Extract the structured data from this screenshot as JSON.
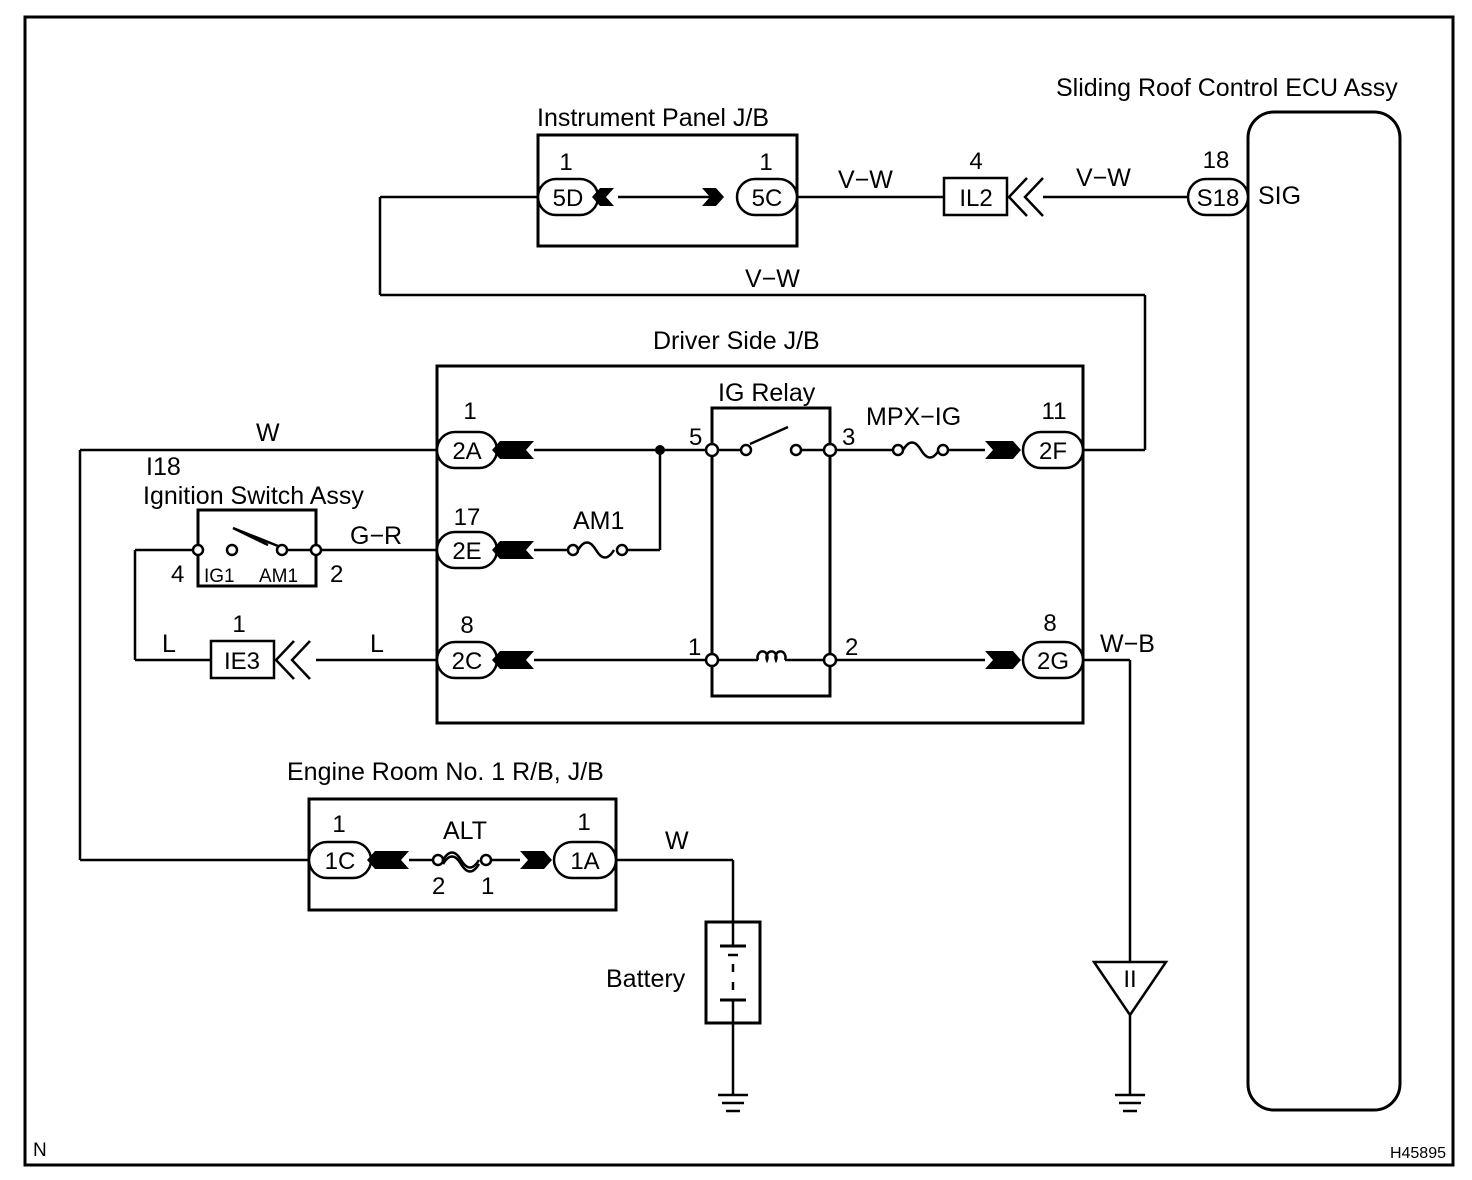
{
  "components": {
    "instrument_panel_jb": "Instrument Panel J/B",
    "sliding_roof_ecu": "Sliding Roof Control ECU Assy",
    "driver_side_jb": "Driver Side J/B",
    "ig_relay": "IG Relay",
    "ignition_switch_code": "I18",
    "ignition_switch": "Ignition Switch Assy",
    "engine_room_rb_jb": "Engine Room No. 1 R/B, J/B",
    "battery": "Battery"
  },
  "connectors": {
    "c5D": "5D",
    "c5C": "5C",
    "cIL2": "IL2",
    "cS18": "S18",
    "c2A": "2A",
    "c2E": "2E",
    "c2C": "2C",
    "c2F": "2F",
    "c2G": "2G",
    "cIE3": "IE3",
    "c1C": "1C",
    "c1A": "1A"
  },
  "pins": {
    "p5D": "1",
    "p5C": "1",
    "pIL2": "4",
    "pS18": "18",
    "p2A": "1",
    "p2E": "17",
    "p2C": "8",
    "p2F": "11",
    "p2G": "8",
    "pIE3": "1",
    "p1C": "1",
    "p1A": "1",
    "relay_5": "5",
    "relay_3": "3",
    "relay_1": "1",
    "relay_2": "2",
    "sw_4": "4",
    "sw_2": "2",
    "alt_2": "2",
    "alt_1": "1"
  },
  "terminals": {
    "ecu_sig": "SIG",
    "sw_ig1": "IG1",
    "sw_am1": "AM1"
  },
  "fuses": {
    "am1": "AM1",
    "mpx_ig": "MPX−IG",
    "alt": "ALT"
  },
  "wires": {
    "vw_a": "V−W",
    "vw_b": "V−W",
    "vw_c": "V−W",
    "w_top": "W",
    "gr": "G−R",
    "l_a": "L",
    "l_b": "L",
    "wb": "W−B",
    "w_batt": "W"
  },
  "ground_symbol": "II",
  "footer": {
    "corner": "N",
    "code": "H45895"
  }
}
